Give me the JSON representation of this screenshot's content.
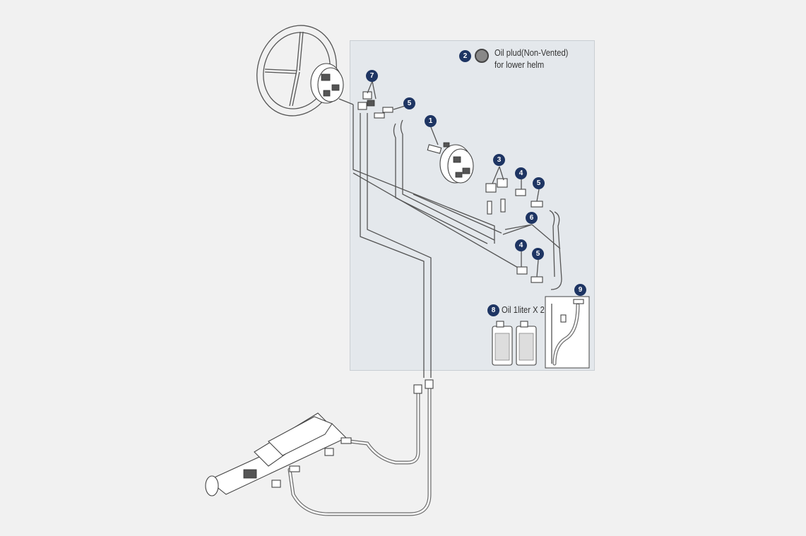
{
  "callouts": [
    {
      "id": "1",
      "label": ""
    },
    {
      "id": "2",
      "label": "Oil plud(Non-Vented)"
    },
    {
      "id": "2b",
      "label": "for lower helm"
    },
    {
      "id": "3",
      "label": ""
    },
    {
      "id": "4",
      "label": ""
    },
    {
      "id": "5",
      "label": ""
    },
    {
      "id": "6",
      "label": ""
    },
    {
      "id": "7",
      "label": ""
    },
    {
      "id": "8",
      "label": "Oil 1liter X 2"
    },
    {
      "id": "9",
      "label": ""
    }
  ],
  "numbers": {
    "n1": "1",
    "n2": "2",
    "n3": "3",
    "n4a": "4",
    "n4b": "4",
    "n5a": "5",
    "n5b": "5",
    "n5c": "5",
    "n6": "6",
    "n7": "7",
    "n8": "8",
    "n9": "9"
  },
  "text": {
    "oil_plug_line1": "Oil plud(Non-Vented)",
    "oil_plug_line2": "for lower helm",
    "oil_bottles": "Oil 1liter X 2"
  },
  "colors": {
    "background": "#f1f1f1",
    "panel": "#e4e8ec",
    "badge": "#1e3563"
  }
}
